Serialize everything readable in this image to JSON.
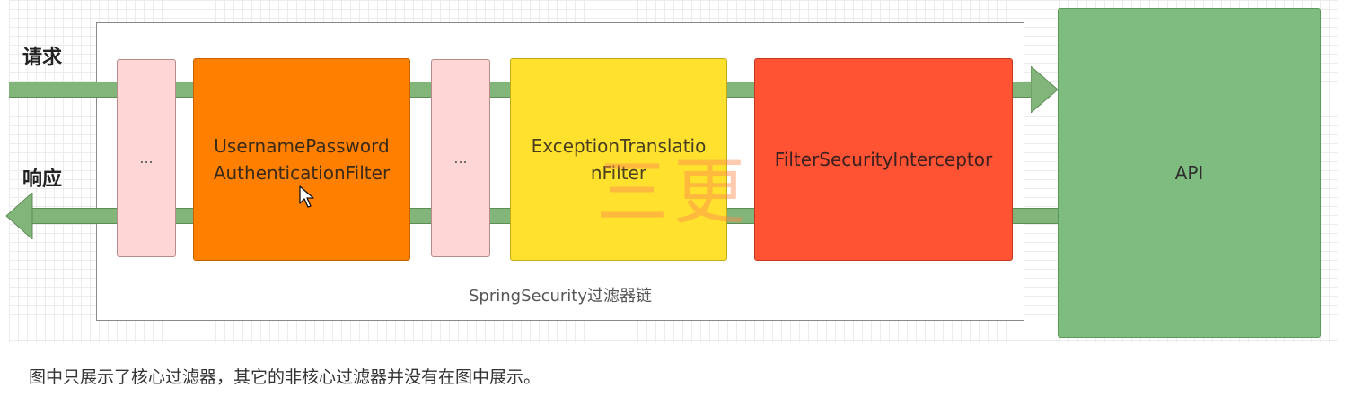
{
  "request_label": "请求",
  "response_label": "响应",
  "chain_caption": "SpringSecurity过滤器链",
  "filters": [
    {
      "id": "dots-1",
      "label": "...",
      "color": "#ffd6d6"
    },
    {
      "id": "username-password",
      "label": "UsernamePassword\nAuthenticationFilter",
      "color": "#ff8000"
    },
    {
      "id": "dots-2",
      "label": "...",
      "color": "#ffd6d6"
    },
    {
      "id": "exception-translation",
      "label": "ExceptionTranslatio\nnFilter",
      "color": "#ffe12e"
    },
    {
      "id": "filter-security-interceptor",
      "label": "FilterSecurityInterceptor",
      "color": "#ff5333"
    }
  ],
  "api_label": "API",
  "watermark": "三更",
  "bottom_caption": "图中只展示了核心过滤器，其它的非核心过滤器并没有在图中展示。",
  "colors": {
    "arrow_fill": "#82b57a",
    "api_fill": "#7ebc80"
  }
}
